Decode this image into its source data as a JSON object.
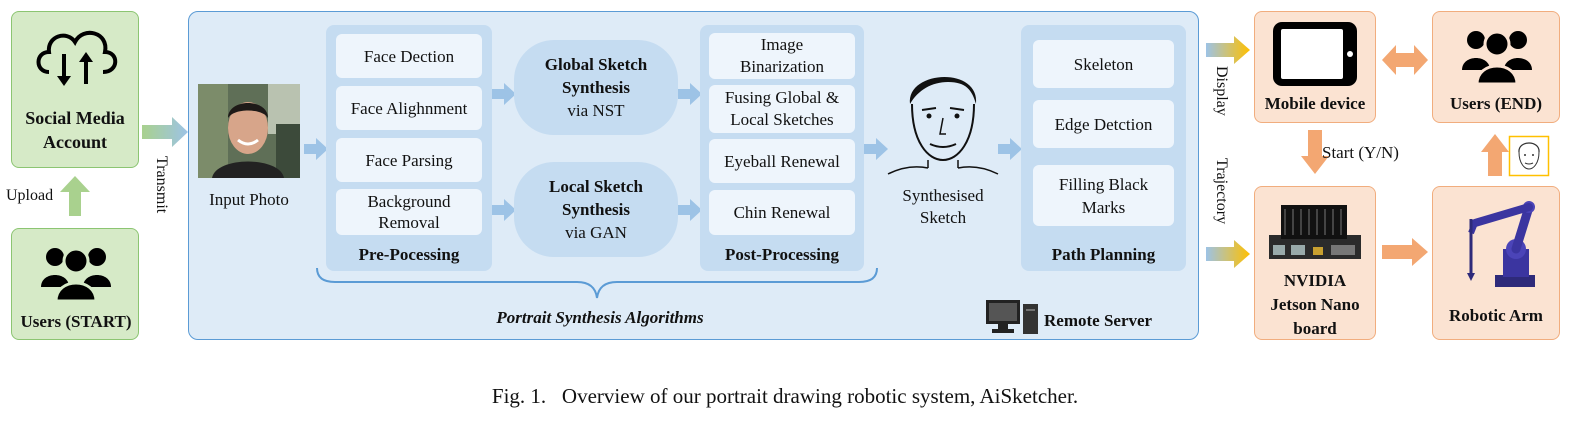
{
  "left": {
    "social_media": "Social Media Account",
    "upload": "Upload",
    "users_start": "Users (START)",
    "transmit": "Transmit"
  },
  "input_photo": "Input Photo",
  "pre": {
    "items": [
      "Face Dection",
      "Face Alighnment",
      "Face Parsing",
      "Background Removal"
    ],
    "title": "Pre-Pocessing"
  },
  "global": {
    "line1": "Global Sketch",
    "line2": "Synthesis",
    "line3": "via NST"
  },
  "local": {
    "line1": "Local Sketch",
    "line2": "Synthesis",
    "line3": "via GAN"
  },
  "post": {
    "items": [
      "Image Binarization",
      "Fusing Global & Local Sketches",
      "Eyeball Renewal",
      "Chin Renewal"
    ],
    "title": "Post-Processing"
  },
  "synthesised": "Synthesised Sketch",
  "path": {
    "items": [
      "Skeleton",
      "Edge Detction",
      "Filling Black Marks"
    ],
    "title": "Path Planning"
  },
  "algorithms": "Portrait Synthesis Algorithms",
  "remote_server": "Remote Server",
  "right": {
    "display": "Display",
    "trajectory": "Trajectory",
    "mobile": "Mobile device",
    "start": "Start (Y/N)",
    "jetson": "NVIDIA Jetson Nano board",
    "users_end": "Users (END)",
    "robot": "Robotic Arm"
  },
  "caption": "Fig. 1.   Overview of our portrait drawing robotic system, AiSketcher.",
  "colors": {
    "green_fill": "#d6eac7",
    "green_border": "#8cc572",
    "blue_panel": "#deebf7",
    "blue_border": "#5b9bd5",
    "peach_fill": "#fbe3d2",
    "peach_border": "#f1ad7e",
    "orange_arrow": "#f3a772"
  }
}
